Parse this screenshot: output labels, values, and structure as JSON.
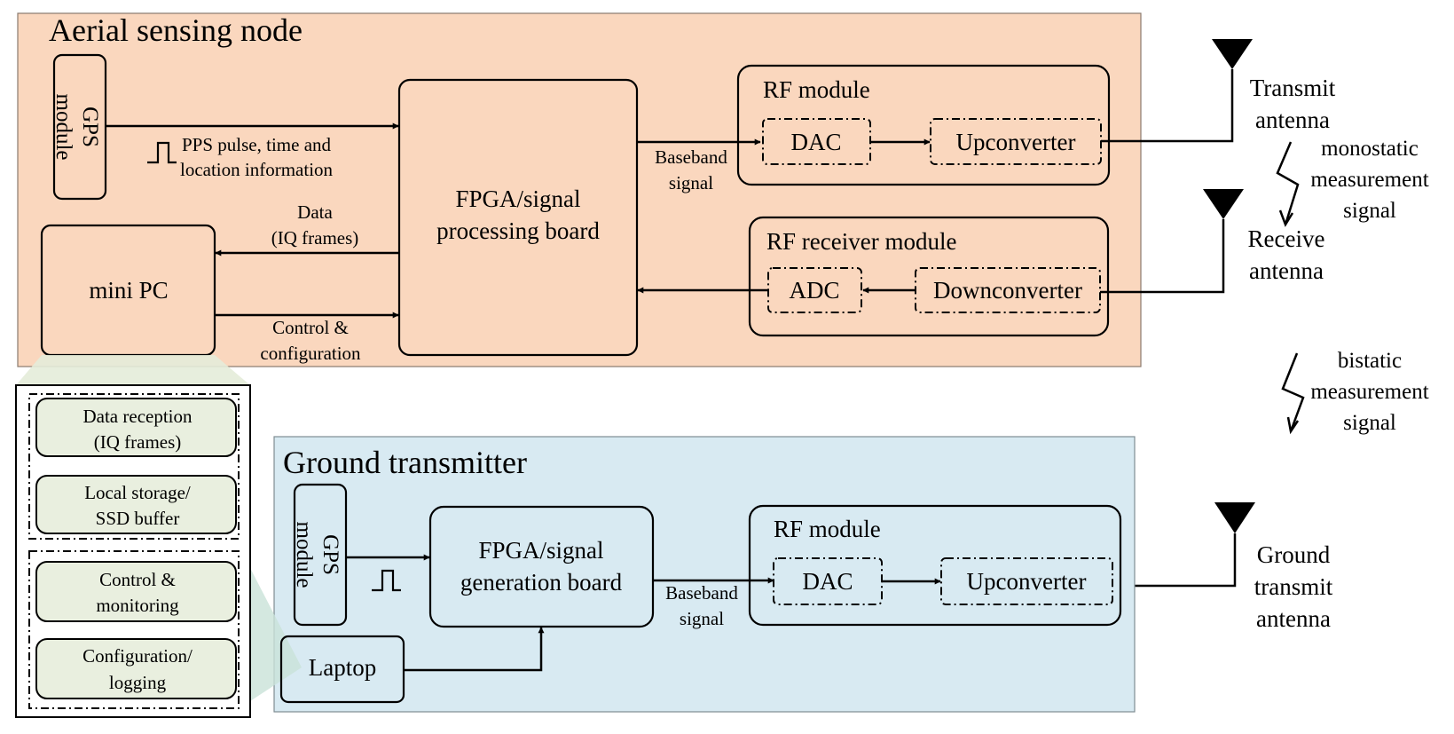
{
  "aerial": {
    "title": "Aerial sensing node",
    "gps_line1": "GPS",
    "gps_line2": "module",
    "pps_line1": "PPS pulse, time and",
    "pps_line2": "location information",
    "data_line1": "Data",
    "data_line2": "(IQ frames)",
    "ctrl_line1": "Control &",
    "ctrl_line2": "configuration",
    "minipc": "mini PC",
    "fpga_line1": "FPGA/signal",
    "fpga_line2": "processing board",
    "bb_line1": "Baseband",
    "bb_line2": "signal",
    "rf_title": "RF module",
    "dac": "DAC",
    "upconverter": "Upconverter",
    "rx_title": "RF receiver module",
    "adc": "ADC",
    "downconverter": "Downconverter"
  },
  "antennas": {
    "tx_line1": "Transmit",
    "tx_line2": "antenna",
    "rx_line1": "Receive",
    "rx_line2": "antenna",
    "gt_line1": "Ground",
    "gt_line2": "transmit",
    "gt_line3": "antenna"
  },
  "signals": {
    "mono_line1": "monostatic",
    "mono_line2": "measurement",
    "mono_line3": "signal",
    "bi_line1": "bistatic",
    "bi_line2": "measurement",
    "bi_line3": "signal"
  },
  "pc_detail": {
    "item1_line1": "Data reception",
    "item1_line2": "(IQ frames)",
    "item2_line1": "Local storage/",
    "item2_line2": "SSD buffer",
    "item3_line1": "Control &",
    "item3_line2": "monitoring",
    "item4_line1": "Configuration/",
    "item4_line2": "logging"
  },
  "ground": {
    "title": "Ground transmitter",
    "gps_line1": "GPS",
    "gps_line2": "module",
    "fpga_line1": "FPGA/signal",
    "fpga_line2": "generation board",
    "laptop": "Laptop",
    "bb_line1": "Baseband",
    "bb_line2": "signal",
    "rf_title": "RF module",
    "dac": "DAC",
    "upconverter": "Upconverter"
  },
  "colors": {
    "aerial_bg": "#fad7be",
    "ground_bg": "#d8eaf2",
    "detail_item_bg": "#e9efdf",
    "callout": "#e4ecd9"
  }
}
